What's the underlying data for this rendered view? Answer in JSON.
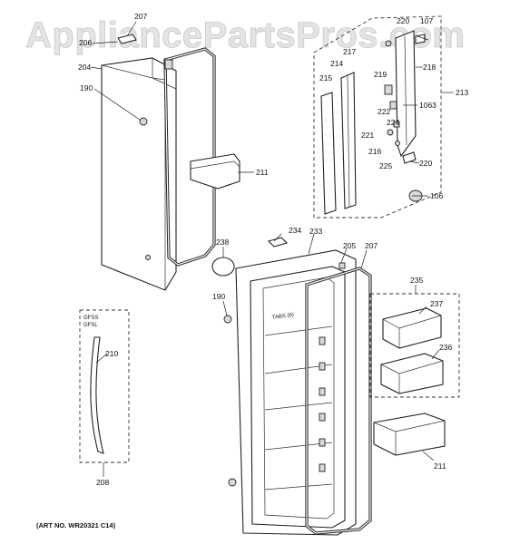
{
  "watermark": "AppliancePartsPros.com",
  "caption": "(ART NO. WR20321 C14)",
  "handle_box_labels": [
    "GFSS",
    "GFSL"
  ],
  "shelf_label": "TABS (6)",
  "callouts": {
    "c207a": "207",
    "c206": "206",
    "c204": "204",
    "c190a": "190",
    "c211a": "211",
    "c220a": "220",
    "c107": "107",
    "c218": "218",
    "c217": "217",
    "c214": "214",
    "c215": "215",
    "c219": "219",
    "c222": "222",
    "c1063": "1063",
    "c224": "224",
    "c221": "221",
    "c216": "216",
    "c225": "225",
    "c220b": "220",
    "c213": "213",
    "c106": "106",
    "c234": "234",
    "c233": "233",
    "c205": "205",
    "c207b": "207",
    "c238": "238",
    "c190b": "190",
    "c210": "210",
    "c235": "235",
    "c237": "237",
    "c236": "236",
    "c211b": "211",
    "c208": "208"
  }
}
